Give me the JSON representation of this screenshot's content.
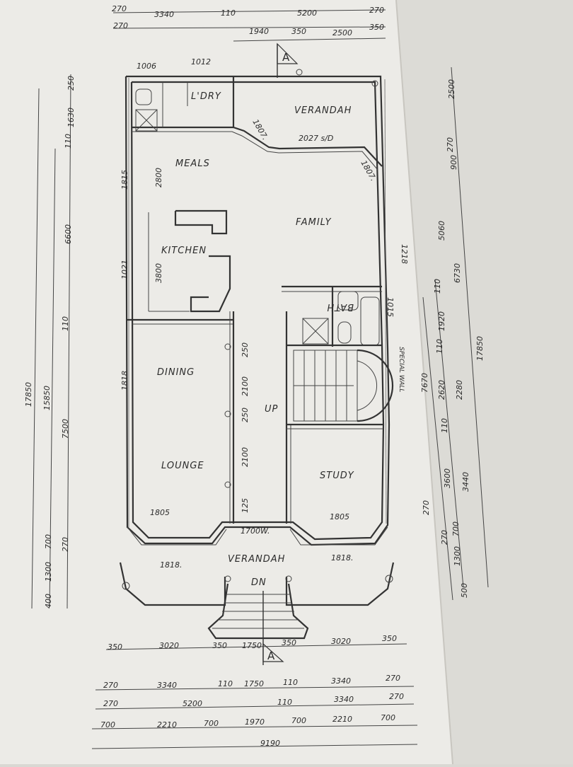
{
  "rooms": {
    "verandah_top": "VERANDAH",
    "laundry": "L'DRY",
    "meals": "MEALS",
    "family": "FAMILY",
    "kitchen": "KITCHEN",
    "bath": "BATH",
    "dining": "DINING",
    "up": "UP",
    "lounge": "LOUNGE",
    "study": "STUDY",
    "verandah_bottom": "VERANDAH",
    "dn": "DN"
  },
  "section_markers": {
    "top": "A",
    "bottom": "A"
  },
  "top_dims": {
    "row1": [
      "270",
      "3340",
      "110",
      "5200",
      "270"
    ],
    "row2": [
      "270",
      "1940",
      "350",
      "2500",
      "350"
    ]
  },
  "bottom_dims": {
    "row1": [
      "350",
      "3020",
      "350",
      "1750",
      "350",
      "3020",
      "350"
    ],
    "row2": [
      "270",
      "3340",
      "110",
      "1750",
      "110",
      "3340",
      "270"
    ],
    "row3": [
      "270",
      "5200",
      "110",
      "3340",
      "270"
    ],
    "row4": [
      "700",
      "2210",
      "700",
      "1970",
      "700",
      "2210",
      "700"
    ],
    "total": "9190"
  },
  "left_dims": {
    "outer": "17850",
    "mid": "15850",
    "col1": [
      "250",
      "1630",
      "110",
      "6600",
      "110",
      "7500",
      "700",
      "1300",
      "270",
      "400"
    ],
    "inner": [
      "1006",
      "1012",
      "1815",
      "2800",
      "1021",
      "3800",
      "1818"
    ]
  },
  "right_dims": {
    "outer": "17850",
    "col1": [
      "2500",
      "270",
      "900",
      "5060",
      "6730",
      "110",
      "1920",
      "110",
      "2620",
      "2280",
      "7670",
      "110",
      "3600",
      "3440",
      "270",
      "700",
      "1300",
      "500",
      "270"
    ],
    "inner": [
      "1807",
      "1218",
      "1015",
      "SPECIAL WALL"
    ]
  },
  "labels": {
    "sliding_door": "2027 s/D",
    "bay_left": "1805",
    "bay_right": "1805",
    "bay_door": "1700W.",
    "bay_dim_left": "1818.",
    "bay_dim_right": "1818.",
    "stair_dims": [
      "2100",
      "250",
      "2100",
      "250",
      "125"
    ],
    "door_dim_top": "1807.",
    "family_dim": "1807."
  }
}
